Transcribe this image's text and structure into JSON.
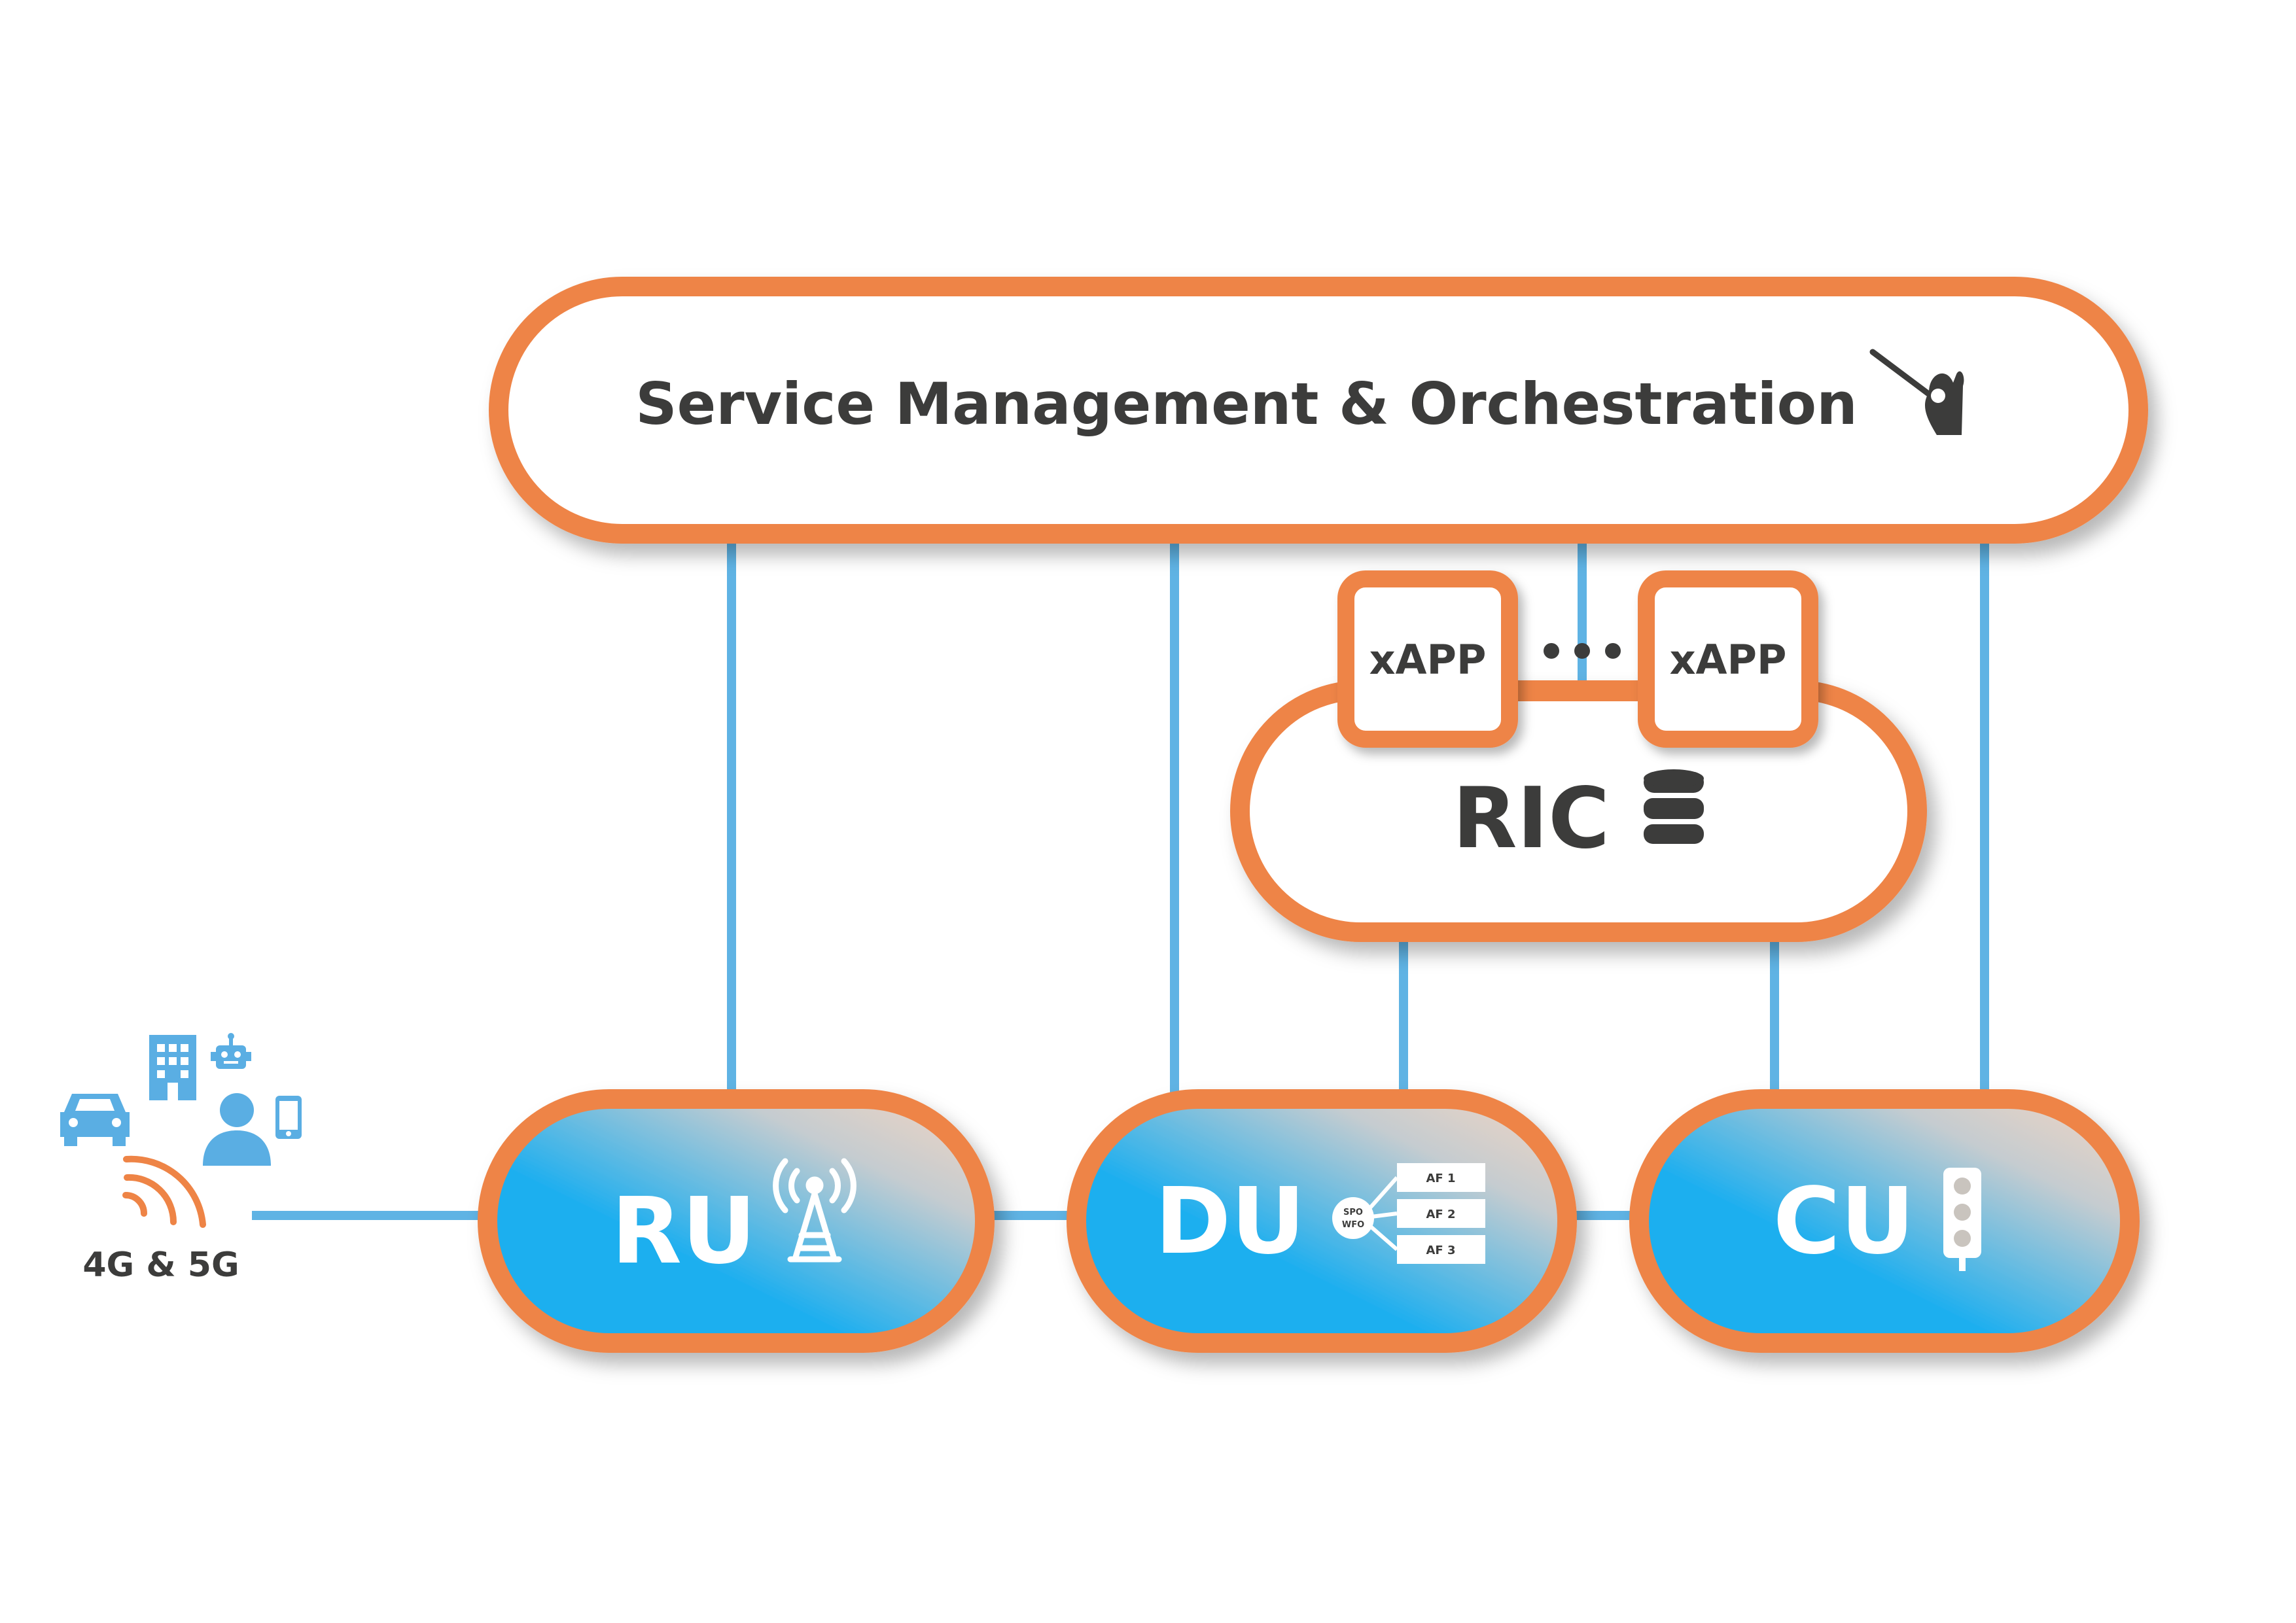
{
  "colors": {
    "accent_orange": "#EE8446",
    "connector_blue": "#5FB3E4",
    "text_dark": "#3C3C3B",
    "gradient_blue": "#1FAFEF",
    "gradient_peach": "#F2D5C2",
    "icon_blue": "#5AAEE3"
  },
  "smo": {
    "label": "Service Management & Orchestration",
    "icon": "conductor-hand-icon"
  },
  "ric": {
    "label": "RIC",
    "icon": "database-icon",
    "xapps": [
      "xAPP",
      "xAPP"
    ],
    "ellipsis": "•••"
  },
  "ru": {
    "label": "RU",
    "icon": "antenna-tower-icon"
  },
  "du": {
    "label": "DU",
    "icon": "af-tree-icon",
    "node_label": "SPO\nWFO",
    "node_line1": "SPO",
    "node_line2": "WFO",
    "functions": [
      "AF 1",
      "AF 2",
      "AF 3"
    ]
  },
  "cu": {
    "label": "CU",
    "icon": "traffic-light-icon"
  },
  "devices": {
    "label": "4G & 5G",
    "icons": [
      "building-icon",
      "robot-icon",
      "car-icon",
      "person-icon",
      "phone-icon",
      "wifi-signal-icon"
    ]
  }
}
